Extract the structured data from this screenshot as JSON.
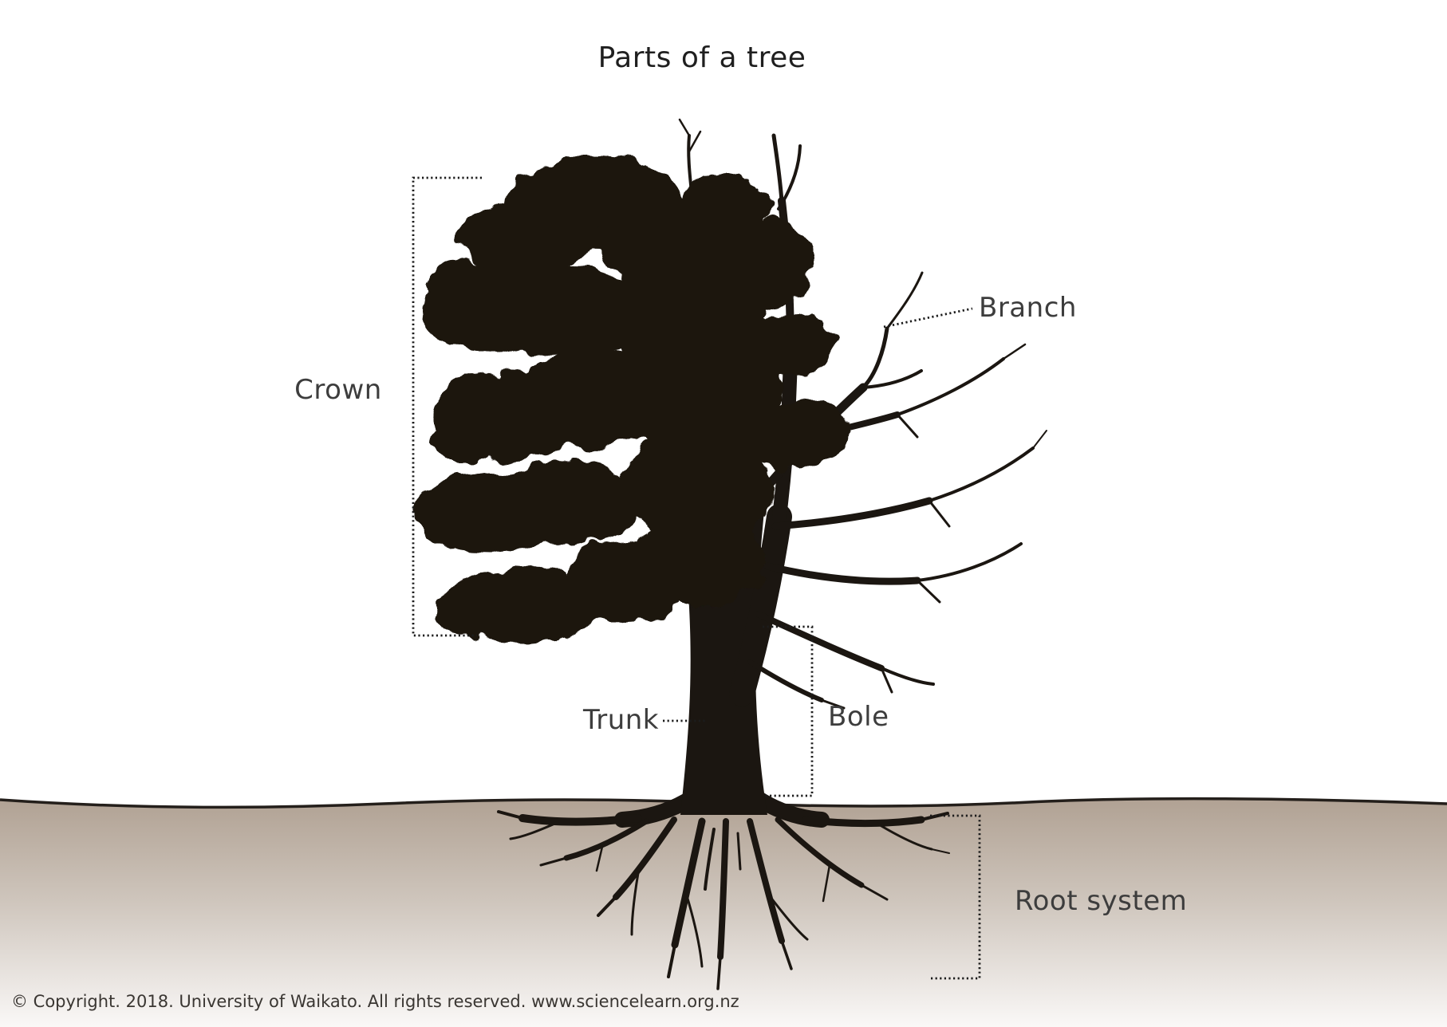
{
  "title": "Parts of a tree",
  "labels": {
    "crown": "Crown",
    "branch": "Branch",
    "trunk": "Trunk",
    "bole": "Bole",
    "root_system": "Root system"
  },
  "footer": {
    "copyright": "© Copyright. 2018. University of Waikato. All rights reserved. www.sciencelearn.org.nz"
  },
  "colors": {
    "background": "#ffffff",
    "tree_silhouette": "#1b1611",
    "ground_line": "#241f1b",
    "ground_top": "#b1a294",
    "ground_mid": "#cfc6bd",
    "ground_bottom": "#faf8f7",
    "annotation_dots": "#1c1c1c",
    "label_text": "#3d3d3d"
  }
}
